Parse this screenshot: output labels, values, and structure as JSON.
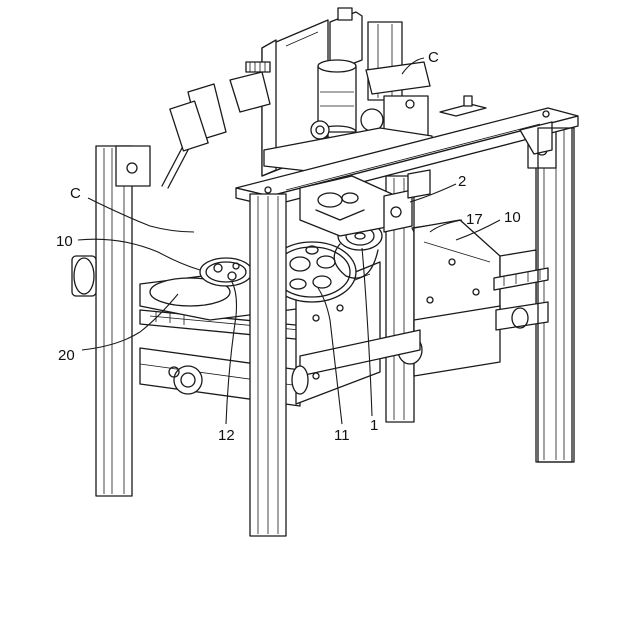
{
  "figure": {
    "reference_labels": {
      "c_top": "C",
      "c_left": "C",
      "ref_2": "2",
      "ref_17": "17",
      "ref_10_right": "10",
      "ref_10_left": "10",
      "ref_20": "20",
      "ref_12": "12",
      "ref_11": "11",
      "ref_1": "1"
    }
  }
}
